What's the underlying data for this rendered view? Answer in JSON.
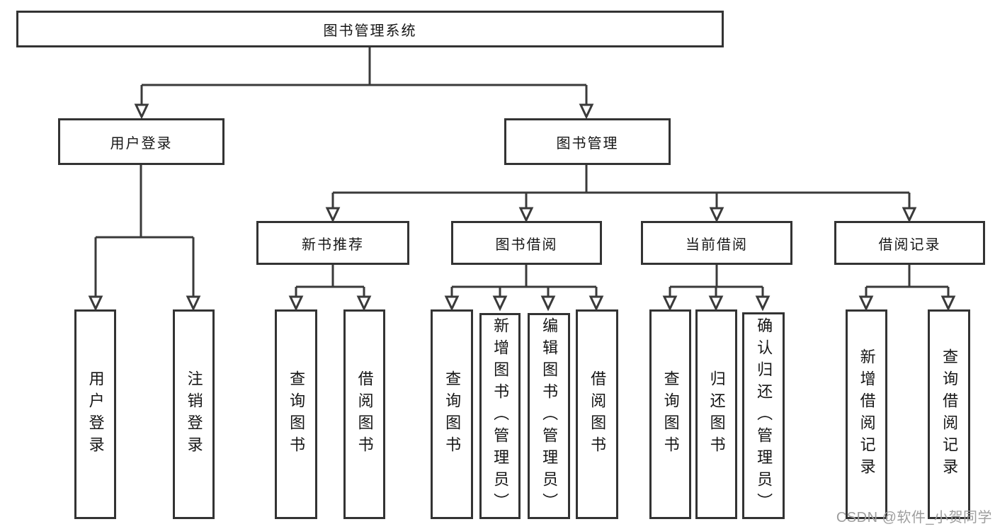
{
  "tree": {
    "root": {
      "label": "图书管理系统"
    },
    "level2": {
      "user_login": {
        "label": "用户登录"
      },
      "book_mgmt": {
        "label": "图书管理"
      }
    },
    "level3": {
      "new_book_rec": {
        "label": "新书推荐"
      },
      "book_borrow": {
        "label": "图书借阅"
      },
      "current_borrow": {
        "label": "当前借阅"
      },
      "borrow_records": {
        "label": "借阅记录"
      }
    },
    "leaves": {
      "user_login": [
        "用户登录",
        "注销登录"
      ],
      "new_book_rec": [
        "查询图书",
        "借阅图书"
      ],
      "book_borrow": [
        "查询图书",
        "新增图书（管理员）",
        "编辑图书（管理员）",
        "借阅图书"
      ],
      "current_borrow": [
        "查询图书",
        "归还图书",
        "确认归还（管理员）"
      ],
      "borrow_records": [
        "新增借阅记录",
        "查询借阅记录"
      ]
    }
  },
  "watermark": {
    "text": "CSDN @软件_小贺同学"
  },
  "colors": {
    "line": "#3a3a3a",
    "box_border": "#333333",
    "text": "#161616",
    "watermark": "#9e9e9e",
    "background": "#ffffff"
  }
}
